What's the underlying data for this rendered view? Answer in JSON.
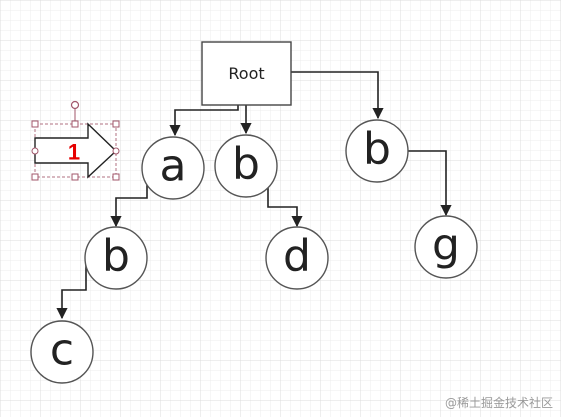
{
  "root": {
    "label": "Root"
  },
  "nodes": {
    "a": "a",
    "b_left": "b",
    "b_mid": "b",
    "b_right": "b",
    "c": "c",
    "d": "d",
    "g": "g"
  },
  "arrow_shape": {
    "label": "1"
  },
  "watermark": "@稀土掘金技术社区",
  "colors": {
    "grid": "#e6e6e6",
    "grid_major": "#d6d6d6",
    "stroke": "#555555",
    "connector": "#222222",
    "badge": "#e60000",
    "selection": "#a0566a"
  }
}
